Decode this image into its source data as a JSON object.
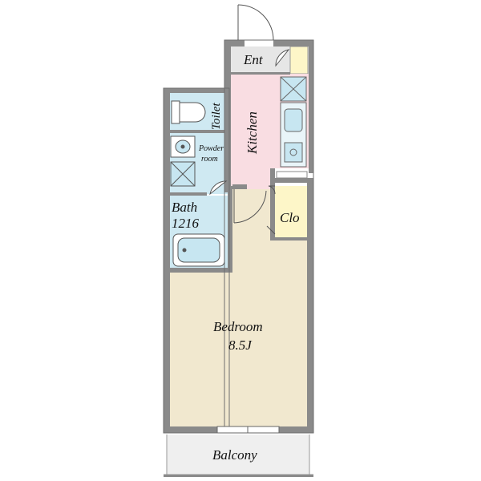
{
  "rooms": {
    "entrance": {
      "label": "Ent"
    },
    "kitchen": {
      "label": "Kitchen"
    },
    "toilet": {
      "label": "Toilet"
    },
    "powder_room": {
      "line1": "Powder",
      "line2": "room"
    },
    "bath": {
      "line1": "Bath",
      "line2": "1216"
    },
    "closet": {
      "label": "Clo"
    },
    "bedroom": {
      "line1": "Bedroom",
      "line2": "8.5J"
    },
    "balcony": {
      "label": "Balcony"
    }
  },
  "colors": {
    "wall": "#8a8a8a",
    "entrance_floor": "#e6e6e6",
    "kitchen_floor": "#f9dde2",
    "wet_area_floor": "#cfe9f2",
    "closet_floor": "#fdf6c8",
    "bedroom_floor": "#f1e8cf",
    "balcony_floor": "#efefef",
    "fixture_fill": "#c7e6f1"
  }
}
